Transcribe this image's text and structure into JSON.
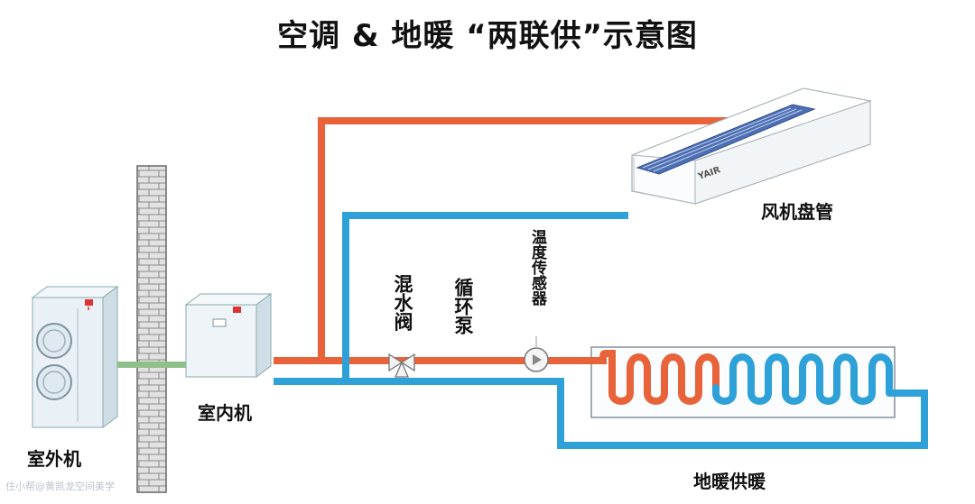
{
  "title": "空调 & 地暖 “两联供”示意图",
  "labels": {
    "outdoor_unit": "室外机",
    "indoor_unit": "室内机",
    "fan_coil": "风机盘管",
    "mixing_valve": "混水阀",
    "circulation_pump": "循环泵",
    "temperature_sensor": "温度传感器",
    "floor_heating": "地暖供暖",
    "fan_coil_brand": "YAIR"
  },
  "watermark": "住小帮@黄凯龙空间美学",
  "colors": {
    "supply_pipe": "#e8623a",
    "return_pipe": "#2ea1d8",
    "refrigerant_link": "#8fc08a",
    "wall": "#d9d9d9"
  }
}
